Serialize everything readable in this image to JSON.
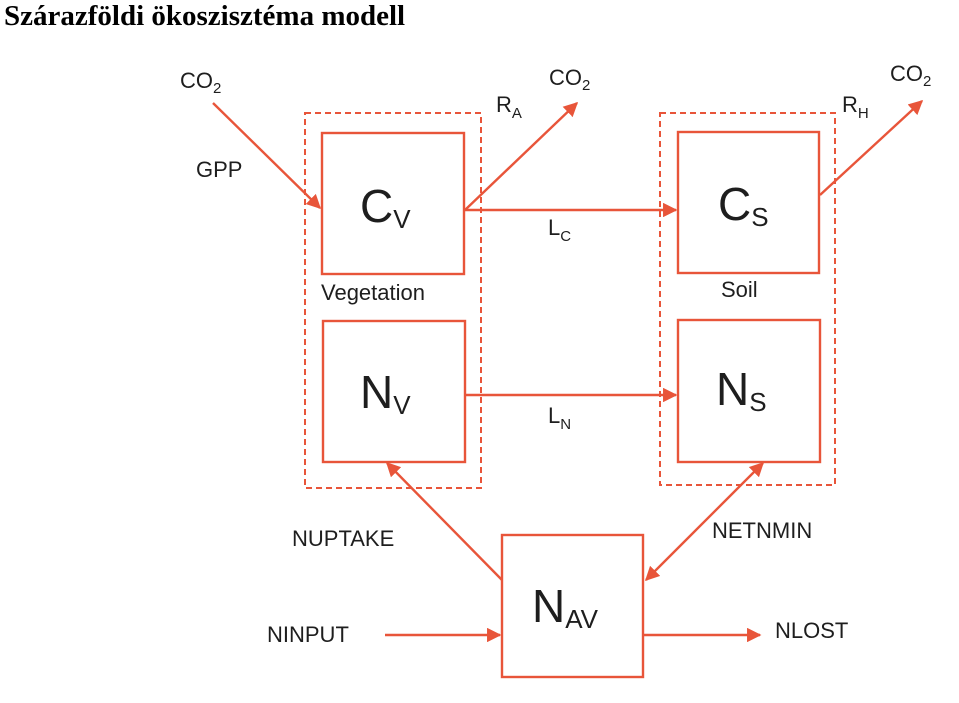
{
  "title": "Szárazföldi ökoszisztéma modell",
  "colors": {
    "accent": "#e8553a",
    "text": "#1e1e1e"
  },
  "groups": {
    "vegetation": "Vegetation",
    "soil": "Soil"
  },
  "pools": {
    "cv": {
      "main": "C",
      "sub": "V"
    },
    "cs": {
      "main": "C",
      "sub": "S"
    },
    "nv": {
      "main": "N",
      "sub": "V"
    },
    "ns": {
      "main": "N",
      "sub": "S"
    },
    "nav": {
      "main": "N",
      "sub": "AV"
    }
  },
  "flows": {
    "co2_in": {
      "main": "CO",
      "sub": "2"
    },
    "gpp": "GPP",
    "ra": {
      "main": "R",
      "sub": "A"
    },
    "co2_out_a": {
      "main": "CO",
      "sub": "2"
    },
    "rh": {
      "main": "R",
      "sub": "H"
    },
    "co2_out_h": {
      "main": "CO",
      "sub": "2"
    },
    "lc": {
      "main": "L",
      "sub": "C"
    },
    "ln": {
      "main": "L",
      "sub": "N"
    },
    "nuptake": "NUPTAKE",
    "netnmin": "NETNMIN",
    "ninput": "NINPUT",
    "nlost": "NLOST"
  }
}
